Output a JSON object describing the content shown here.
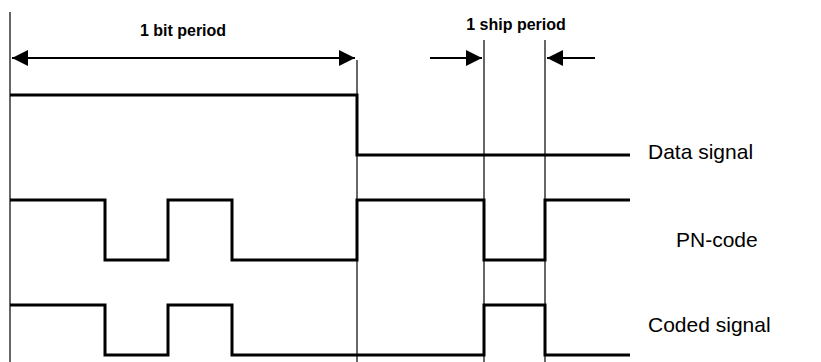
{
  "diagram": {
    "labels": [
      "1 bit period",
      "1 ship period",
      "Data signal",
      "PN-code",
      "Coded signal"
    ]
  }
}
